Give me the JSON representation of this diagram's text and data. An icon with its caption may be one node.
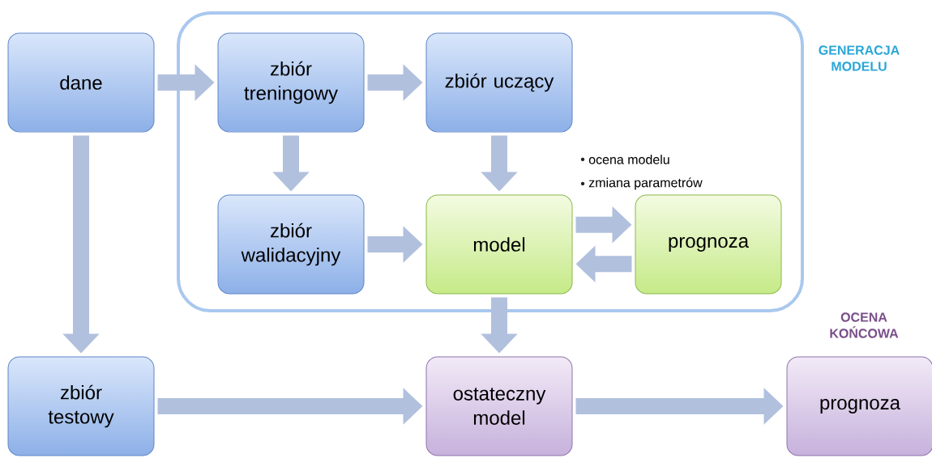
{
  "diagram": {
    "nodes": [
      {
        "text": [
          "GENERACJA MODELU"
        ]
      },
      {
        "text": [
          "dane"
        ]
      },
      {
        "text": [
          "zbiór treningowy"
        ],
        "in": 0
      },
      {
        "text": [
          "zbiór uczący"
        ],
        "in": 0
      },
      {
        "text": [
          "zbiór walidacyjny"
        ],
        "in": 0
      },
      {
        "text": [
          "model"
        ],
        "in": 0
      },
      {
        "text": [
          "prognoza"
        ],
        "in": 0
      },
      {
        "text": [
          "zbiór testowy"
        ]
      },
      {
        "text": [
          "ostateczny model"
        ]
      },
      {
        "text": [
          "prognoza"
        ],
        "beside": [
          "OCENA KOŃCOWA"
        ]
      }
    ],
    "edges": [
      {
        "from": 1,
        "to": 2,
        "arrow": "to"
      },
      {
        "from": 2,
        "to": 3,
        "arrow": "to"
      },
      {
        "from": 2,
        "to": 4,
        "arrow": "to"
      },
      {
        "from": 3,
        "to": 5,
        "arrow": "to"
      },
      {
        "from": 4,
        "to": 5,
        "arrow": "to"
      },
      {
        "from": 5,
        "to": 6,
        "arrow": "to"
      },
      {
        "from": 6,
        "to": 5,
        "arrow": "to"
      },
      {
        "from": 1,
        "to": 7,
        "arrow": "to"
      },
      {
        "from": 5,
        "to": 8,
        "arrow": "to"
      },
      {
        "from": 7,
        "to": 8,
        "arrow": "to"
      },
      {
        "from": 8,
        "to": 9,
        "arrow": "to"
      }
    ],
    "labels": [
      "ocena modelu",
      "zmiana parametrów"
    ]
  }
}
